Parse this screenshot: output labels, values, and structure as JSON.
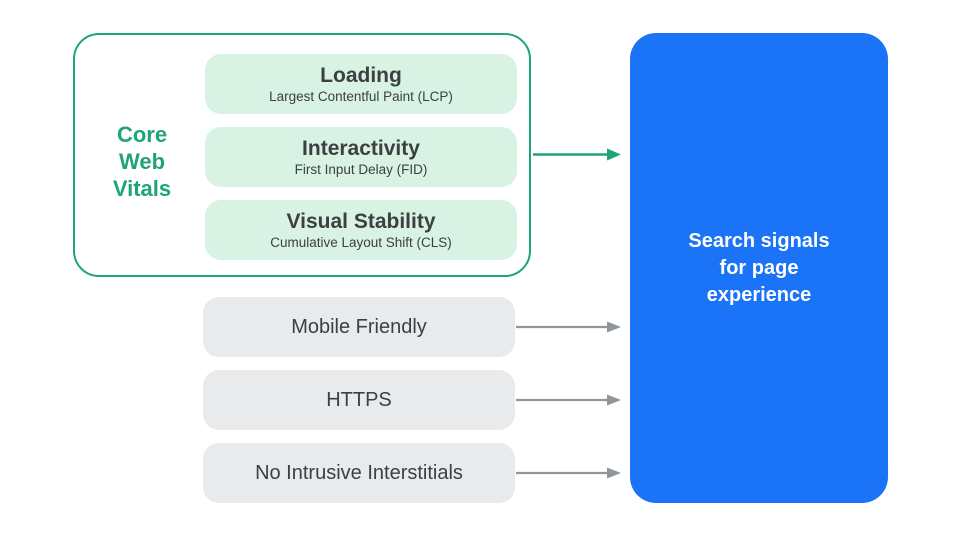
{
  "colors": {
    "green": "#1FA37A",
    "green-light": "#D8F2E4",
    "blue": "#1B73F8",
    "gray-light": "#E9EAEC",
    "text-dark": "#3C4043",
    "arrow-gray": "#8E959C",
    "background": "#FFFFFF"
  },
  "core_web_vitals": {
    "label_lines": [
      "Core",
      "Web",
      "Vitals"
    ],
    "items": [
      {
        "title": "Loading",
        "subtitle": "Largest Contentful Paint (LCP)"
      },
      {
        "title": "Interactivity",
        "subtitle": "First Input Delay (FID)"
      },
      {
        "title": "Visual Stability",
        "subtitle": "Cumulative Layout Shift (CLS)"
      }
    ]
  },
  "other_signals": [
    {
      "label": "Mobile Friendly"
    },
    {
      "label": "HTTPS"
    },
    {
      "label": "No Intrusive Interstitials"
    }
  ],
  "result_box": {
    "lines": [
      "Search signals",
      "for page",
      "experience"
    ]
  },
  "icons": {
    "green_arrow": "arrow-right",
    "gray_arrow": "arrow-right"
  }
}
